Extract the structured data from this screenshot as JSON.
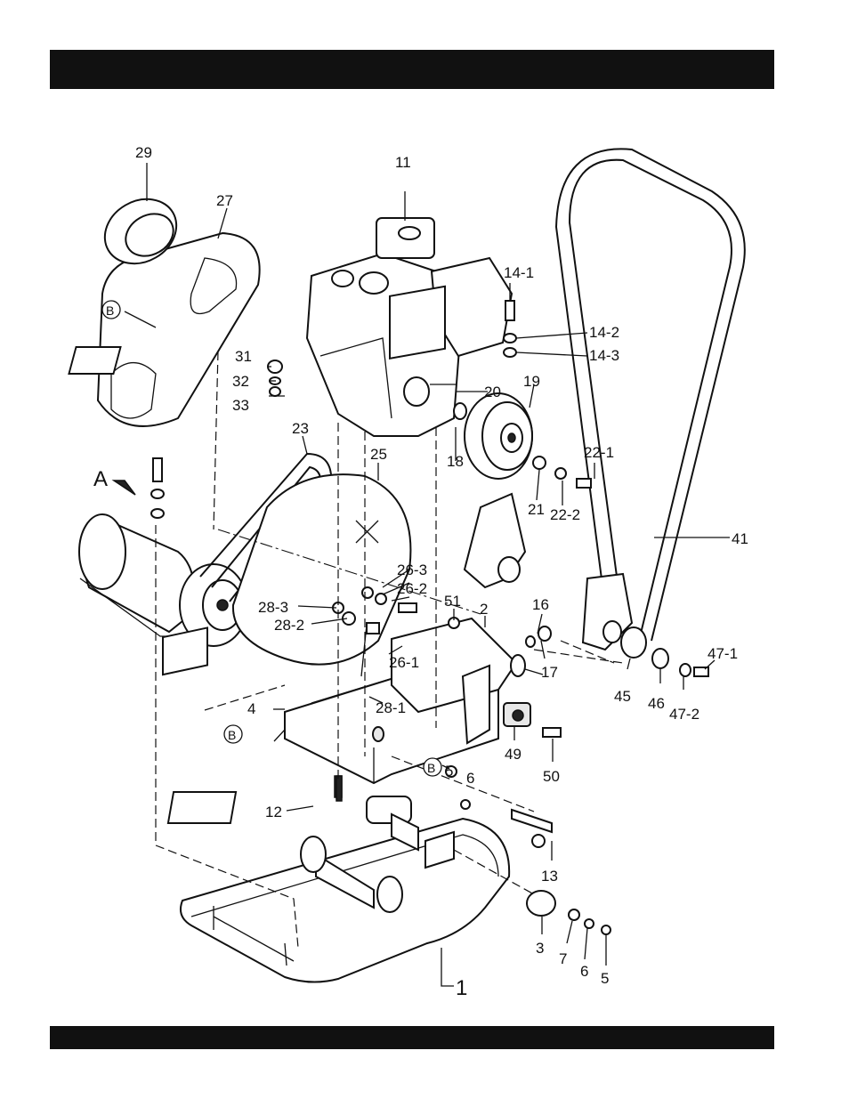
{
  "header": {
    "title": ""
  },
  "footer": {
    "text": ""
  },
  "callouts": {
    "p1": "1",
    "p2": "2",
    "p3": "3",
    "p4": "4",
    "p5a": "5",
    "p5b": "5",
    "p6a": "6",
    "p6b": "6",
    "p7": "7",
    "p11": "11",
    "p12": "12",
    "p13": "13",
    "p14_1": "14-1",
    "p14_2": "14-2",
    "p14_3": "14-3",
    "p16": "16",
    "p17": "17",
    "p18": "18",
    "p19": "19",
    "p20": "20",
    "p21": "21",
    "p22_1": "22-1",
    "p22_2": "22-2",
    "p23": "23",
    "p25": "25",
    "p26_1": "26-1",
    "p26_2": "26-2",
    "p26_3": "26-3",
    "p27": "27",
    "p28_1": "28-1",
    "p28_2": "28-2",
    "p28_3": "28-3",
    "p29": "29",
    "p31": "31",
    "p32": "32",
    "p33": "33",
    "p41": "41",
    "p45": "45",
    "p46": "46",
    "p47_1": "47-1",
    "p47_2": "47-2",
    "p49": "49",
    "p50": "50",
    "p51": "51"
  },
  "markers": {
    "view_a": "A",
    "ref_b": "B"
  }
}
